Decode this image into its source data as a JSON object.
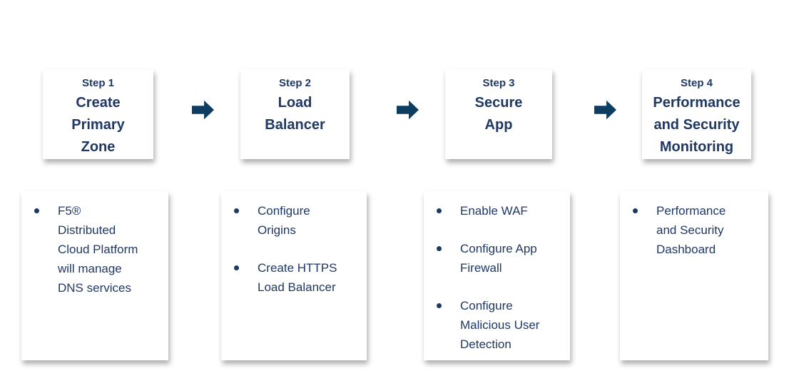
{
  "diagram": {
    "type": "process-flow",
    "colors": {
      "text": "#1F3864",
      "arrow": "#0E3D62",
      "card_background": "#FFFFFF",
      "page_background": "#FFFFFF"
    },
    "steps": [
      {
        "label": "Step 1",
        "title": "Create Primary Zone",
        "bullets": [
          "F5® Distributed Cloud Platform will manage DNS services"
        ]
      },
      {
        "label": "Step 2",
        "title": "Load Balancer",
        "bullets": [
          "Configure Origins",
          "Create HTTPS Load Balancer"
        ]
      },
      {
        "label": "Step 3",
        "title": "Secure App",
        "bullets": [
          "Enable WAF",
          "Configure App Firewall",
          "Configure Malicious User Detection"
        ]
      },
      {
        "label": "Step 4",
        "title": "Performance and Security Monitoring",
        "bullets": [
          "Performance and Security Dashboard"
        ]
      }
    ]
  }
}
